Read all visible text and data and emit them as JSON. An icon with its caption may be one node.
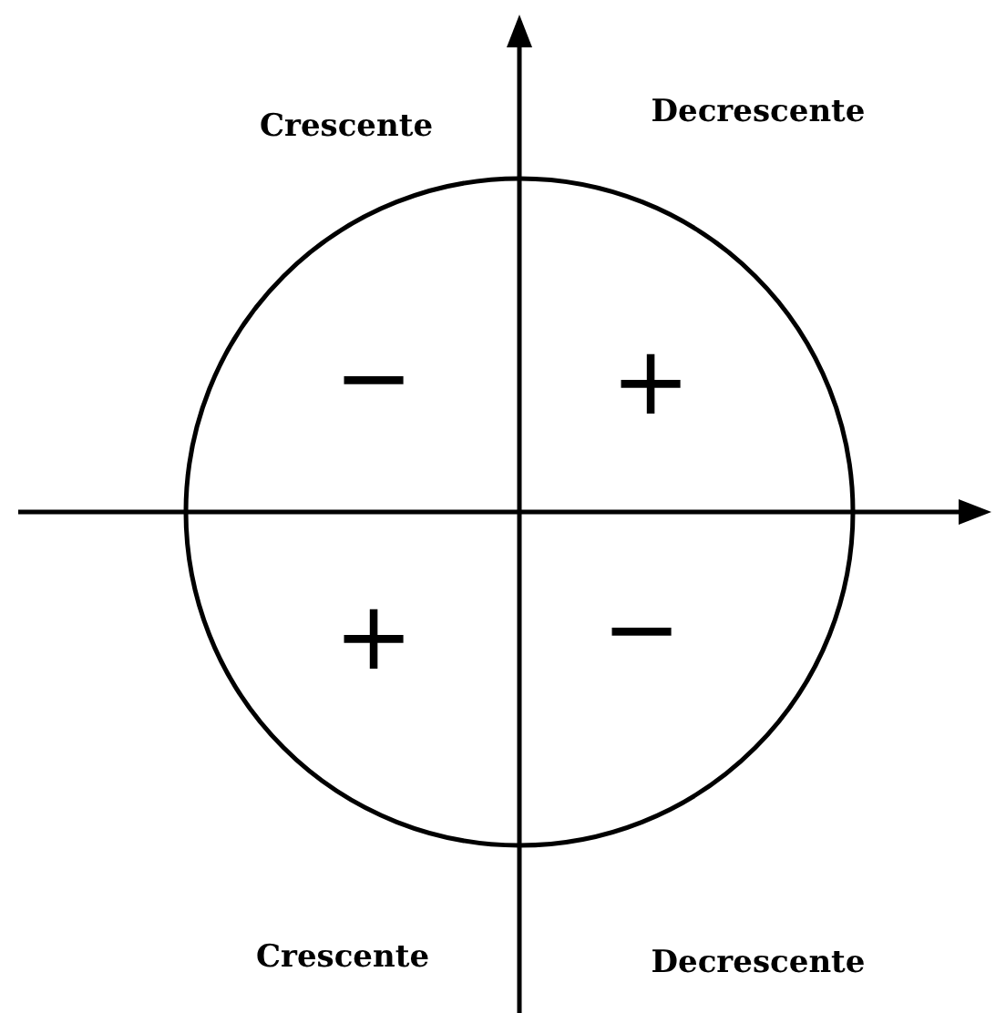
{
  "diagram": {
    "labels": [
      "Crescente",
      "Decrescente",
      "−",
      "+",
      "+",
      "−",
      "Crescente",
      "Decrescente"
    ]
  }
}
